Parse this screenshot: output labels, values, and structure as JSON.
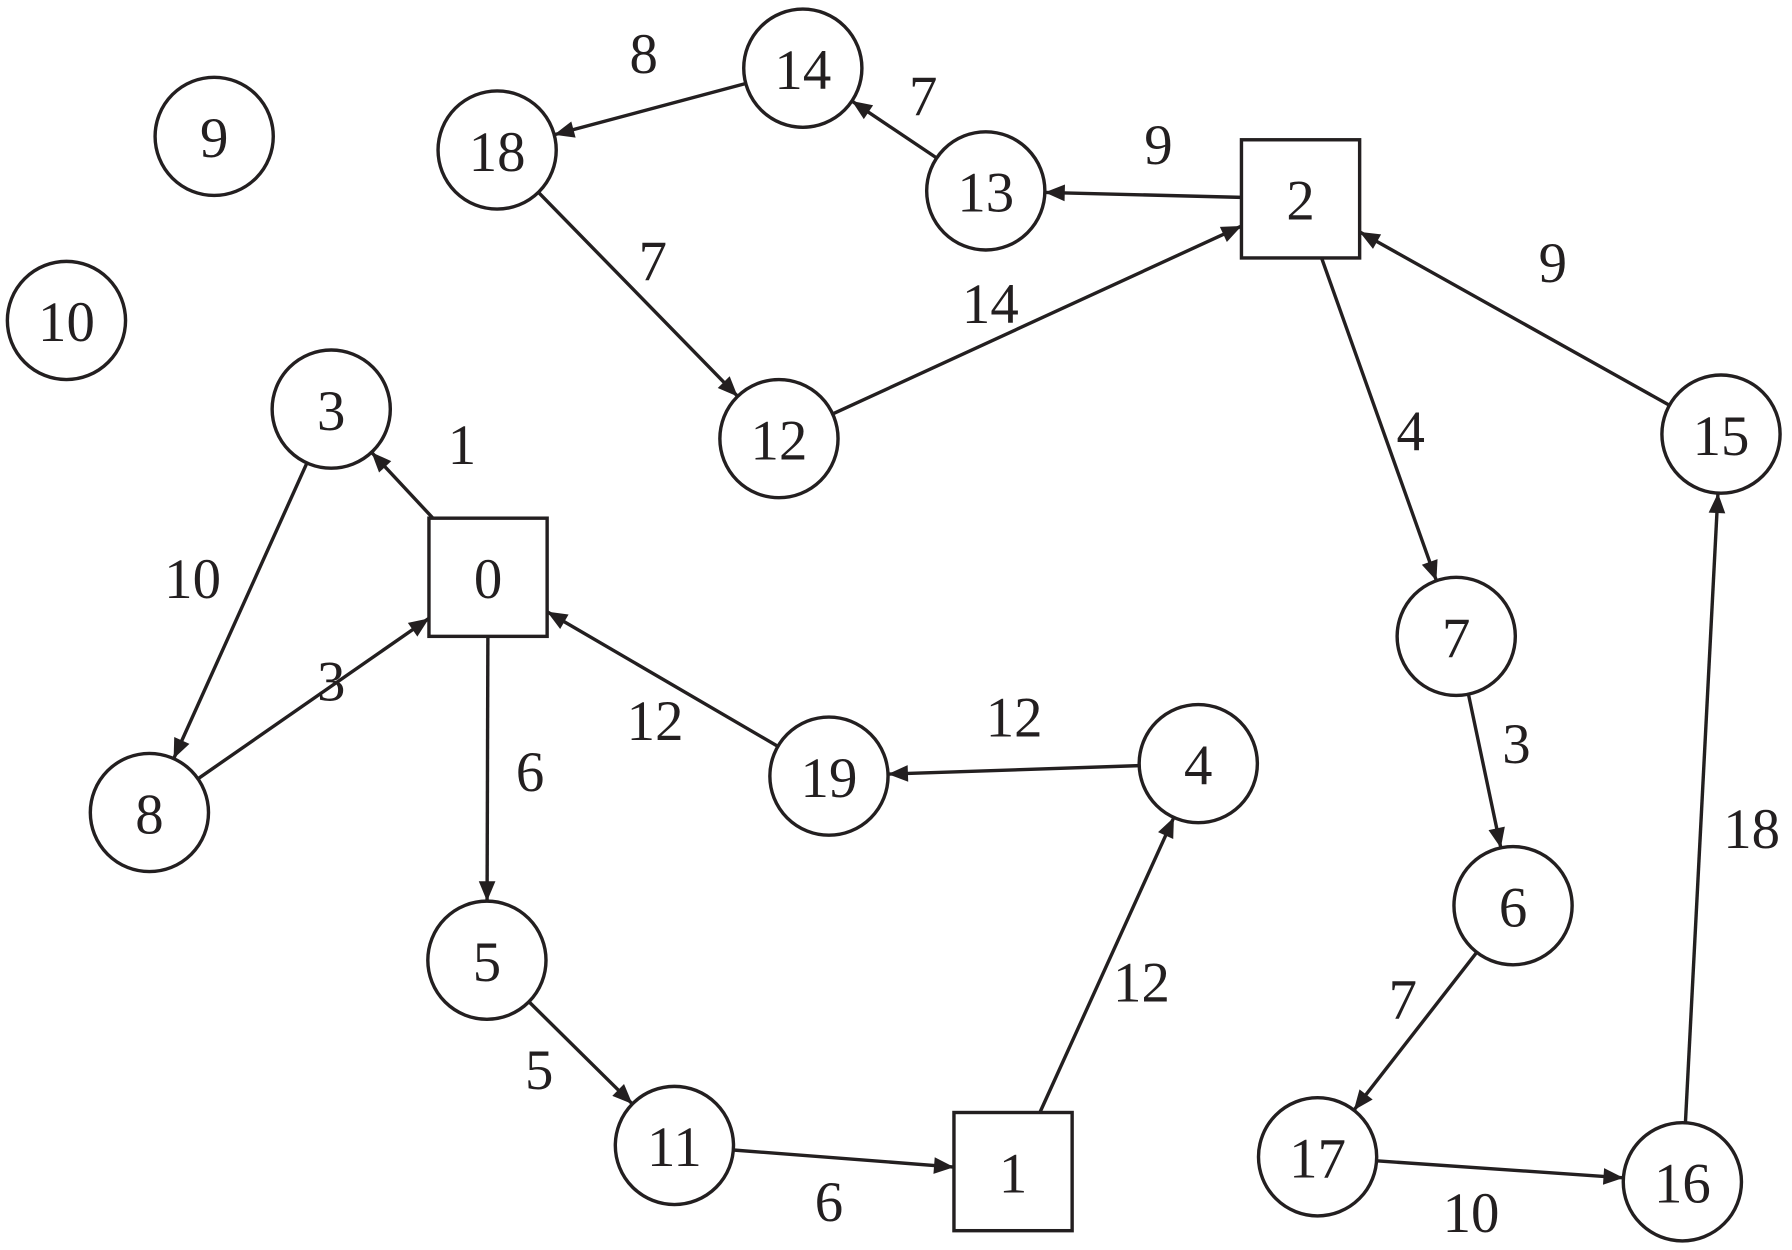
{
  "nodes": [
    {
      "id": "9",
      "shape": "circle"
    },
    {
      "id": "10",
      "shape": "circle"
    },
    {
      "id": "3",
      "shape": "circle"
    },
    {
      "id": "0",
      "shape": "square"
    },
    {
      "id": "8",
      "shape": "circle"
    },
    {
      "id": "5",
      "shape": "circle"
    },
    {
      "id": "11",
      "shape": "circle"
    },
    {
      "id": "1",
      "shape": "square"
    },
    {
      "id": "19",
      "shape": "circle"
    },
    {
      "id": "4",
      "shape": "circle"
    },
    {
      "id": "12",
      "shape": "circle"
    },
    {
      "id": "18",
      "shape": "circle"
    },
    {
      "id": "14",
      "shape": "circle"
    },
    {
      "id": "13",
      "shape": "circle"
    },
    {
      "id": "2",
      "shape": "square"
    },
    {
      "id": "15",
      "shape": "circle"
    },
    {
      "id": "7",
      "shape": "circle"
    },
    {
      "id": "6",
      "shape": "circle"
    },
    {
      "id": "17",
      "shape": "circle"
    },
    {
      "id": "16",
      "shape": "circle"
    }
  ],
  "edges": [
    {
      "from": "0",
      "to": "3",
      "weight": "1"
    },
    {
      "from": "3",
      "to": "8",
      "weight": "10"
    },
    {
      "from": "8",
      "to": "0",
      "weight": "3"
    },
    {
      "from": "0",
      "to": "5",
      "weight": "6"
    },
    {
      "from": "5",
      "to": "11",
      "weight": "5"
    },
    {
      "from": "11",
      "to": "1",
      "weight": "6"
    },
    {
      "from": "1",
      "to": "4",
      "weight": "12"
    },
    {
      "from": "4",
      "to": "19",
      "weight": "12"
    },
    {
      "from": "19",
      "to": "0",
      "weight": "12"
    },
    {
      "from": "12",
      "to": "2",
      "weight": "14"
    },
    {
      "from": "18",
      "to": "12",
      "weight": "7"
    },
    {
      "from": "14",
      "to": "18",
      "weight": "8"
    },
    {
      "from": "13",
      "to": "14",
      "weight": "7"
    },
    {
      "from": "2",
      "to": "13",
      "weight": "9"
    },
    {
      "from": "2",
      "to": "7",
      "weight": "4"
    },
    {
      "from": "7",
      "to": "6",
      "weight": "3"
    },
    {
      "from": "6",
      "to": "17",
      "weight": "7"
    },
    {
      "from": "17",
      "to": "16",
      "weight": "10"
    },
    {
      "from": "16",
      "to": "15",
      "weight": "18"
    },
    {
      "from": "15",
      "to": "2",
      "weight": "9"
    }
  ],
  "colors": {
    "stroke": "#231f20",
    "fill": "#ffffff"
  }
}
